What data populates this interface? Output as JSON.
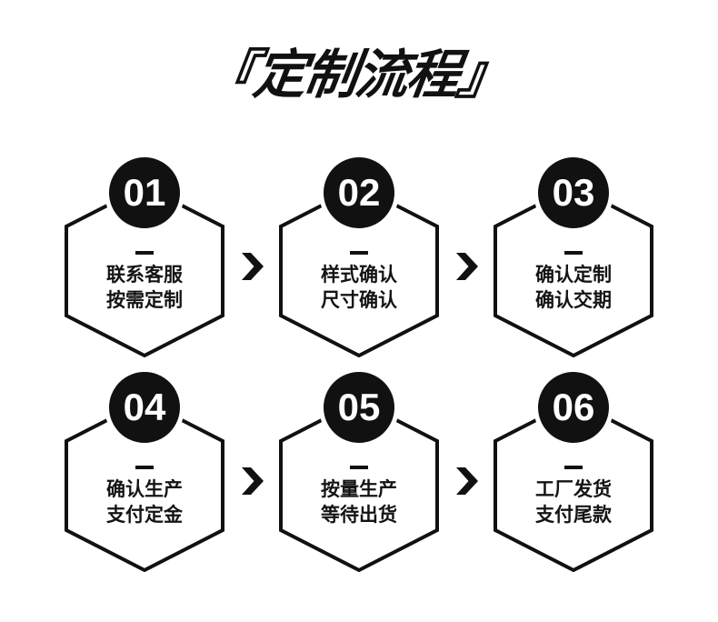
{
  "title": {
    "text": "『定制流程』"
  },
  "colors": {
    "ink": "#111111",
    "background": "#ffffff",
    "number_text": "#ffffff"
  },
  "arrow": {
    "icon": "chevron-right-icon"
  },
  "steps": [
    {
      "number": "01",
      "line1": "联系客服",
      "line2": "按需定制"
    },
    {
      "number": "02",
      "line1": "样式确认",
      "line2": "尺寸确认"
    },
    {
      "number": "03",
      "line1": "确认定制",
      "line2": "确认交期"
    },
    {
      "number": "04",
      "line1": "确认生产",
      "line2": "支付定金"
    },
    {
      "number": "05",
      "line1": "按量生产",
      "line2": "等待出货"
    },
    {
      "number": "06",
      "line1": "工厂发货",
      "line2": "支付尾款"
    }
  ]
}
